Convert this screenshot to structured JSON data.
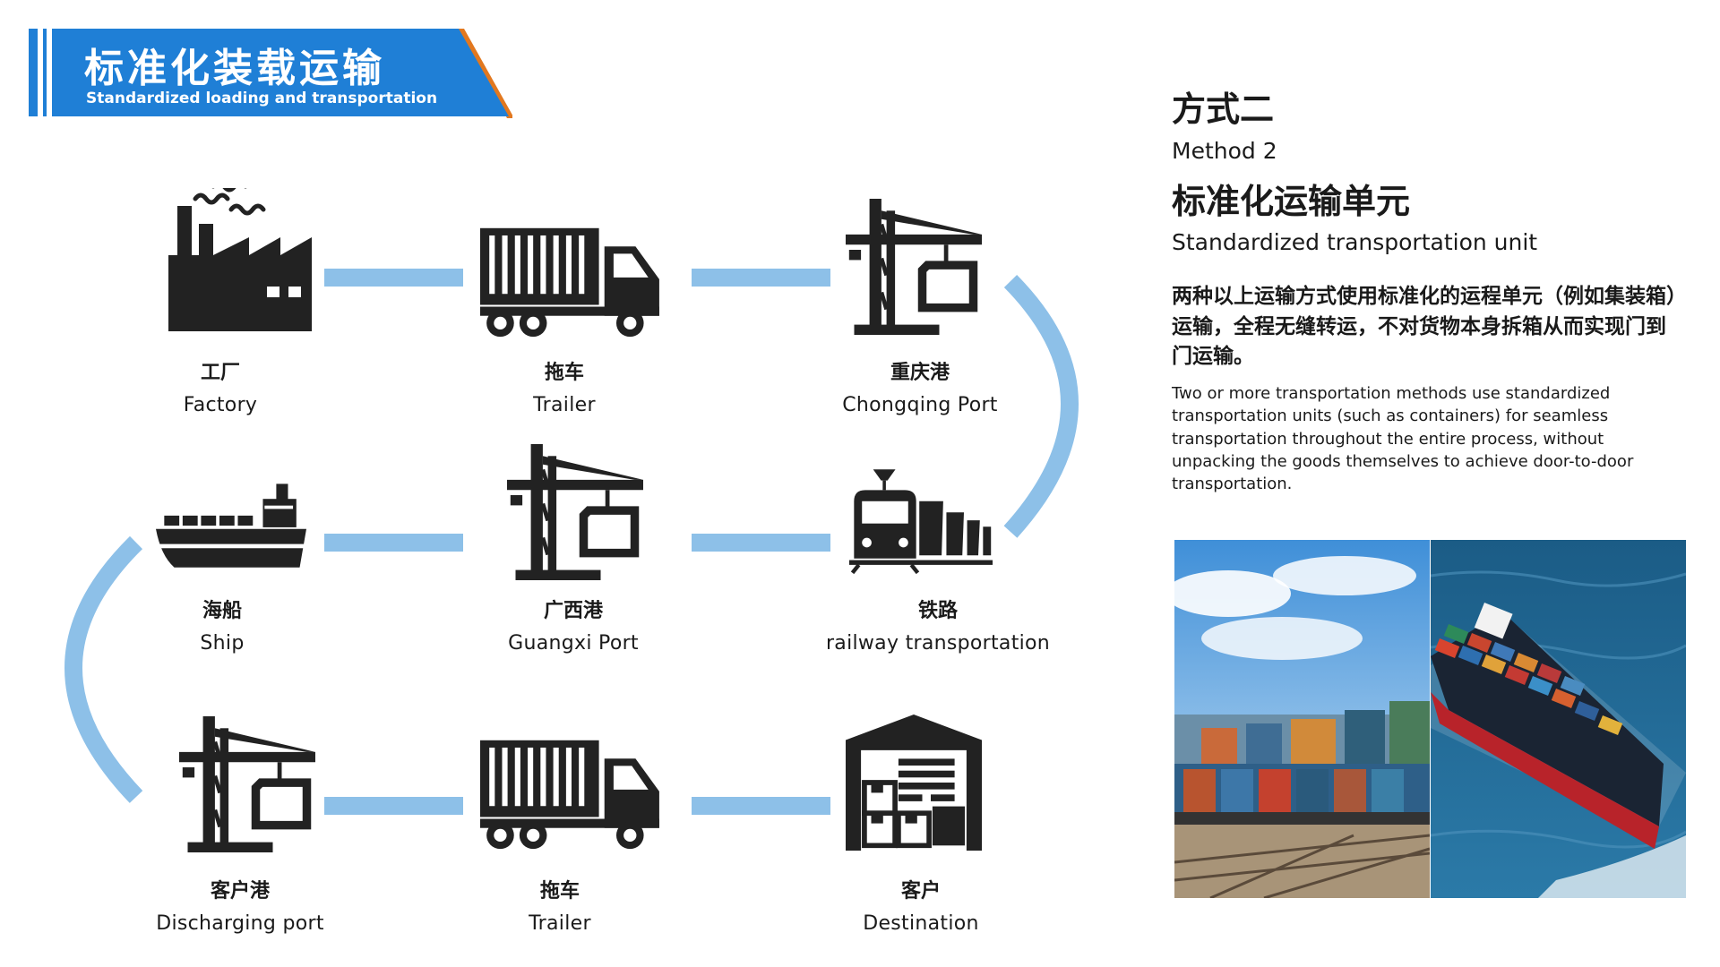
{
  "header": {
    "title": "标准化装载运输",
    "subtitle": "Standardized loading and transportation"
  },
  "nodes": [
    {
      "id": "factory",
      "zh": "工厂",
      "en": "Factory",
      "icon": "factory-icon"
    },
    {
      "id": "trailer-1",
      "zh": "拖车",
      "en": "Trailer",
      "icon": "truck-icon"
    },
    {
      "id": "chongqing-port",
      "zh": "重庆港",
      "en": "Chongqing Port",
      "icon": "crane-icon"
    },
    {
      "id": "ship",
      "zh": "海船",
      "en": "Ship",
      "icon": "ship-icon"
    },
    {
      "id": "guangxi-port",
      "zh": "广西港",
      "en": "Guangxi Port",
      "icon": "crane-icon"
    },
    {
      "id": "railway",
      "zh": "铁路",
      "en": "railway transportation",
      "icon": "train-icon"
    },
    {
      "id": "discharging-port",
      "zh": "客户港",
      "en": "Discharging port",
      "icon": "crane-icon"
    },
    {
      "id": "trailer-2",
      "zh": "拖车",
      "en": "Trailer",
      "icon": "truck-icon"
    },
    {
      "id": "destination",
      "zh": "客户",
      "en": "Destination",
      "icon": "warehouse-icon"
    }
  ],
  "panel": {
    "method_zh": "方式二",
    "method_en": "Method 2",
    "unit_zh": "标准化运输单元",
    "unit_en": "Standardized transportation unit",
    "desc_zh": "两种以上运输方式使用标准化的运程单元（例如集装箱）运输，全程无缝转运，不对货物本身拆箱从而实现门到门运输。",
    "desc_en": "Two or more transportation methods use standardized transportation units (such as containers) for seamless transportation throughout the entire process, without unpacking the goods themselves to achieve door-to-door transportation."
  },
  "photos": [
    {
      "id": "photo-train",
      "subject": "container-train-photo"
    },
    {
      "id": "photo-ship",
      "subject": "container-ship-photo"
    }
  ],
  "colors": {
    "banner_blue": "#1f7fd6",
    "banner_accent": "#e2781f",
    "connector": "#8dc0e8",
    "icon": "#222222"
  }
}
